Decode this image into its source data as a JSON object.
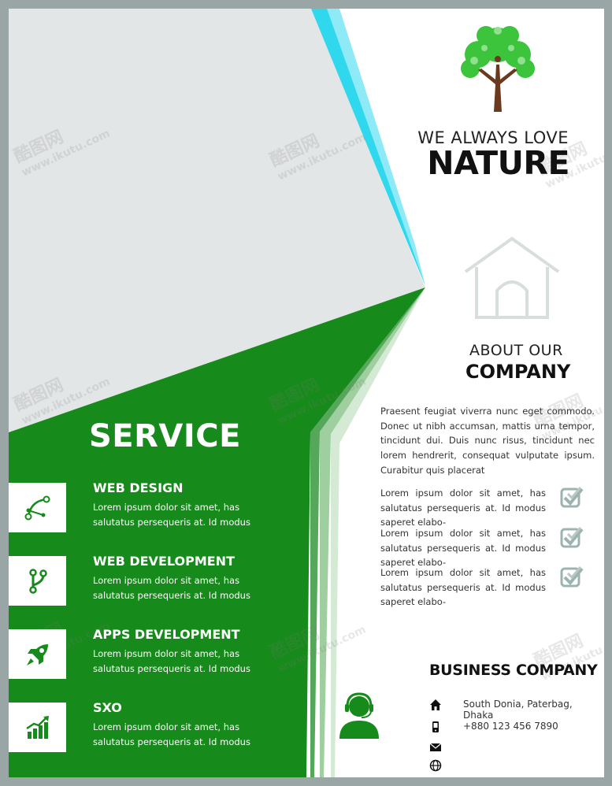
{
  "hero": {
    "tagline": "WE ALWAYS LOVE",
    "brand": "NATURE"
  },
  "about": {
    "line1": "ABOUT OUR",
    "line2": "COMPANY",
    "paragraph": "Praesent feugiat viverra nunc eget commodo. Donec ut nibh accumsan, mattis urna tempor, tincidunt dui. Duis nunc risus, tincidunt nec lorem hendrerit, consequat vulputate ipsum. Curabitur quis placerat",
    "checks": [
      "Lorem ipsum dolor sit amet, has salutatus persequeris at. Id modus saperet elabo-",
      "Lorem ipsum dolor sit amet, has salutatus persequeris at. Id modus saperet elabo-",
      "Lorem ipsum dolor sit amet, has salutatus persequeris at. Id modus saperet elabo-"
    ]
  },
  "service": {
    "title": "SERVICE",
    "items": [
      {
        "title": "WEB DESIGN",
        "desc": "Lorem ipsum dolor sit amet, has salutatus persequeris at. Id modus",
        "icon": "bezier-curve-icon"
      },
      {
        "title": "WEB DEVELOPMENT",
        "desc": "Lorem ipsum dolor sit amet, has salutatus persequeris at. Id modus",
        "icon": "git-branch-icon"
      },
      {
        "title": "APPS DEVELOPMENT",
        "desc": "Lorem ipsum dolor sit amet, has salutatus persequeris at. Id modus",
        "icon": "rocket-icon"
      },
      {
        "title": "SXO",
        "desc": "Lorem ipsum dolor sit amet, has salutatus persequeris at. Id modus",
        "icon": "growth-chart-icon"
      }
    ]
  },
  "business": {
    "title": "BUSINESS COMPANY",
    "address": "South Donia, Paterbag, Dhaka",
    "phone": "+880 123 456 7890",
    "email": "",
    "web": ""
  },
  "watermark": {
    "brand": "酷图网",
    "url": "www.ikutu.com"
  },
  "colors": {
    "green": "#168a1a",
    "grey": "#e3e6e7",
    "cyan": "#2fd8ec",
    "check": "#9cb3b0"
  }
}
